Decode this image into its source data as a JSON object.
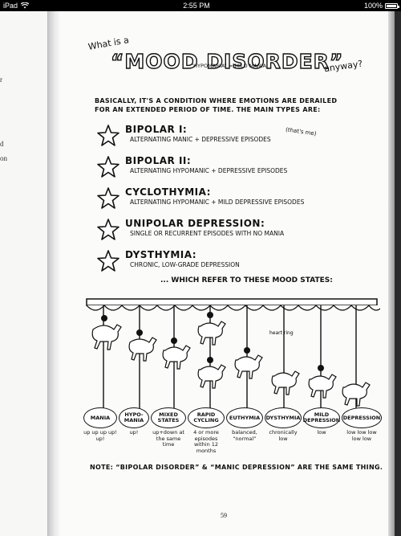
{
  "status": {
    "device": "iPad",
    "time": "2:55 PM",
    "battery": "100%"
  },
  "left_page": {
    "fragments": [
      "r",
      "d",
      "on"
    ]
  },
  "page": {
    "title_small": "What is a",
    "title_big": "“MOOD DISORDER”",
    "title_anyway": "anyway?",
    "intro": "BASICALLY, IT'S A CONDITION WHERE EMOTIONS ARE DERAILED FOR AN EXTENDED PERIOD OF TIME. THE MAIN TYPES ARE:",
    "types": [
      {
        "name": "BIPOLAR I:",
        "desc": "ALTERNATING MANIC + DEPRESSIVE EPISODES"
      },
      {
        "name": "BIPOLAR II:",
        "desc": "ALTERNATING HYPOMANIC + DEPRESSIVE EPISODES"
      },
      {
        "name": "CYCLOTHYMIA:",
        "desc": "ALTERNATING HYPOMANIC + MILD DEPRESSIVE EPISODES"
      },
      {
        "name": "UNIPOLAR DEPRESSION:",
        "desc": "SINGLE OR RECURRENT EPISODES WITH NO MANIA"
      },
      {
        "name": "DYSTHYMIA:",
        "desc": "CHRONIC, LOW-GRADE DEPRESSION"
      }
    ],
    "note_me": "(that's me)",
    "note_hypo": "“HYPOMANIA” = MILD MANIA",
    "refer": "... WHICH REFER TO THESE MOOD STATES:",
    "heart_note": "heart ring",
    "states": [
      "MANIA",
      "HYPO-MANIA",
      "MIXED STATES",
      "RAPID CYCLING",
      "EUTHYMIA",
      "DYSTHYMIA",
      "MILD DEPRESSION",
      "DEPRESSION"
    ],
    "state_notes": [
      "up up up up! up!",
      "up!",
      "up+down at the same time",
      "4 or more episodes within 12 months",
      "balanced, “normal”",
      "chronically low",
      "low",
      "low low low low low"
    ],
    "footnote": "NOTE: “BIPOLAR DISORDER” & “MANIC DEPRESSION” ARE THE SAME THING.",
    "page_number": "59"
  }
}
